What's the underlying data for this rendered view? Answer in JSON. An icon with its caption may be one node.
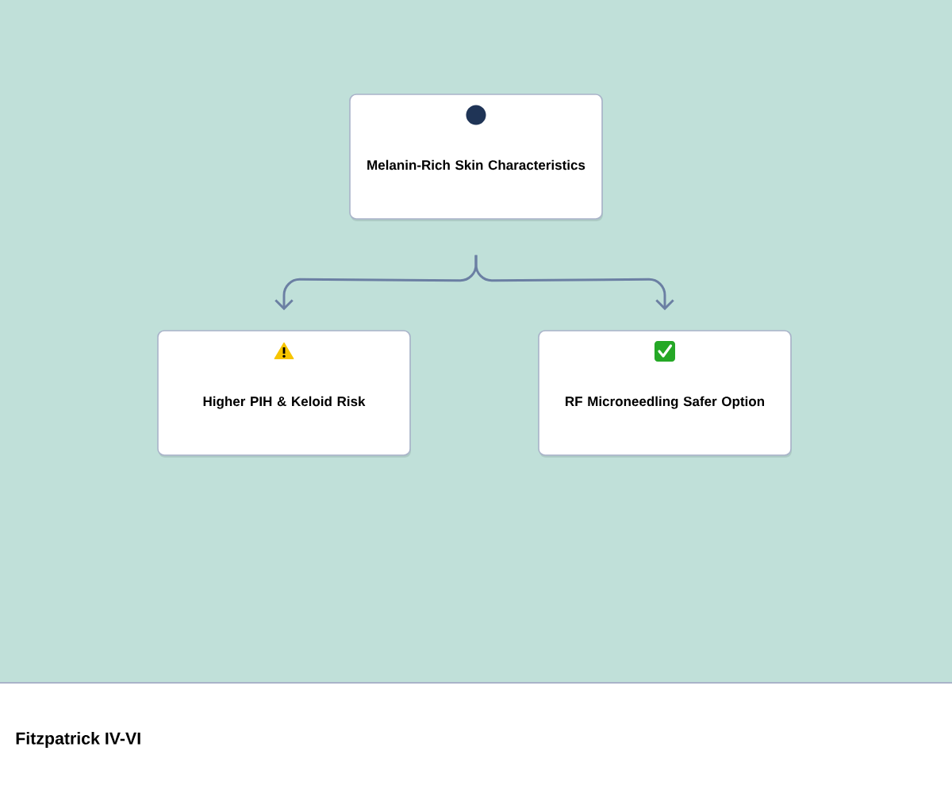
{
  "diagram": {
    "caption": "Fitzpatrick IV-VI",
    "nodes": [
      {
        "text": [
          "Melanin-Rich Skin Characteristics"
        ]
      },
      {
        "text": [
          "Higher PIH & Keloid Risk"
        ]
      },
      {
        "text": [
          "RF Microneedling Safer Option"
        ]
      }
    ],
    "edges": [
      {
        "from": 0,
        "to": 1,
        "arrow": "to"
      },
      {
        "from": 0,
        "to": 2,
        "arrow": "to"
      }
    ]
  }
}
